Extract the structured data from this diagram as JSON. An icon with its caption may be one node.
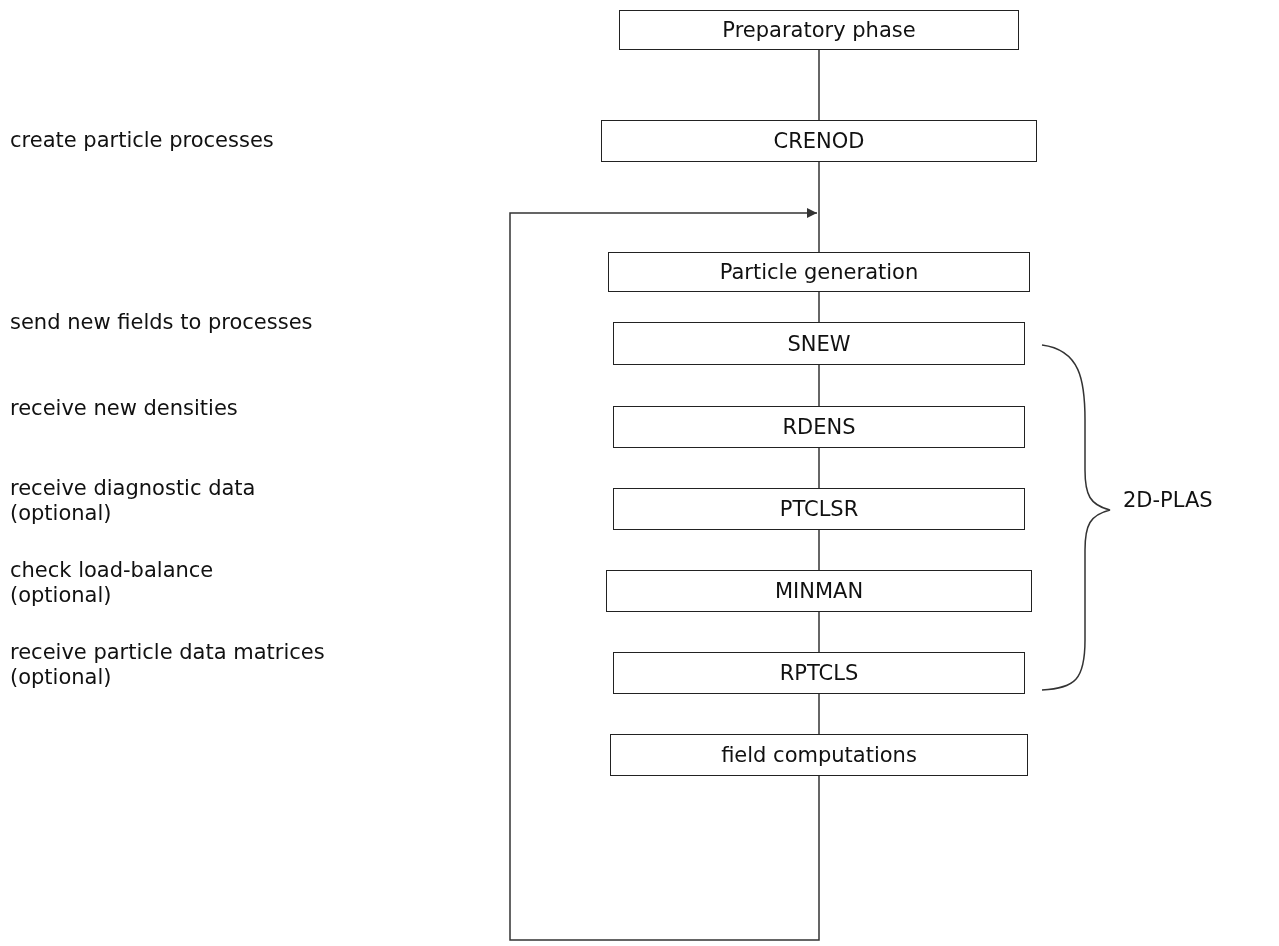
{
  "diagram": {
    "nodes": [
      {
        "text": [
          "Preparatory phase"
        ]
      },
      {
        "text": [
          "CRENOD"
        ]
      },
      {
        "text": [
          "Particle generation"
        ]
      },
      {
        "text": [
          "SNEW"
        ]
      },
      {
        "text": [
          "RDENS"
        ]
      },
      {
        "text": [
          "PTCLSR"
        ]
      },
      {
        "text": [
          "MINMAN"
        ]
      },
      {
        "text": [
          "RPTCLS"
        ]
      },
      {
        "text": [
          "field computations"
        ]
      }
    ],
    "edges": [
      {
        "from": 0,
        "to": 1,
        "arrow": "none"
      },
      {
        "from": 1,
        "to": 2,
        "arrow": "none"
      },
      {
        "from": 2,
        "to": 3,
        "arrow": "none"
      },
      {
        "from": 3,
        "to": 4,
        "arrow": "none"
      },
      {
        "from": 4,
        "to": 5,
        "arrow": "none"
      },
      {
        "from": 5,
        "to": 6,
        "arrow": "none"
      },
      {
        "from": 6,
        "to": 7,
        "arrow": "none"
      },
      {
        "from": 7,
        "to": 8,
        "arrow": "none"
      },
      {
        "from": 8,
        "to": 2,
        "arrow": "to"
      }
    ],
    "labels": [
      "create particle processes",
      "send new fields to processes",
      "receive new densities",
      "receive diagnostic data (optional)",
      "2D-PLAS",
      "check load-balance (optional)",
      "receive particle data matrices (optional)"
    ]
  }
}
